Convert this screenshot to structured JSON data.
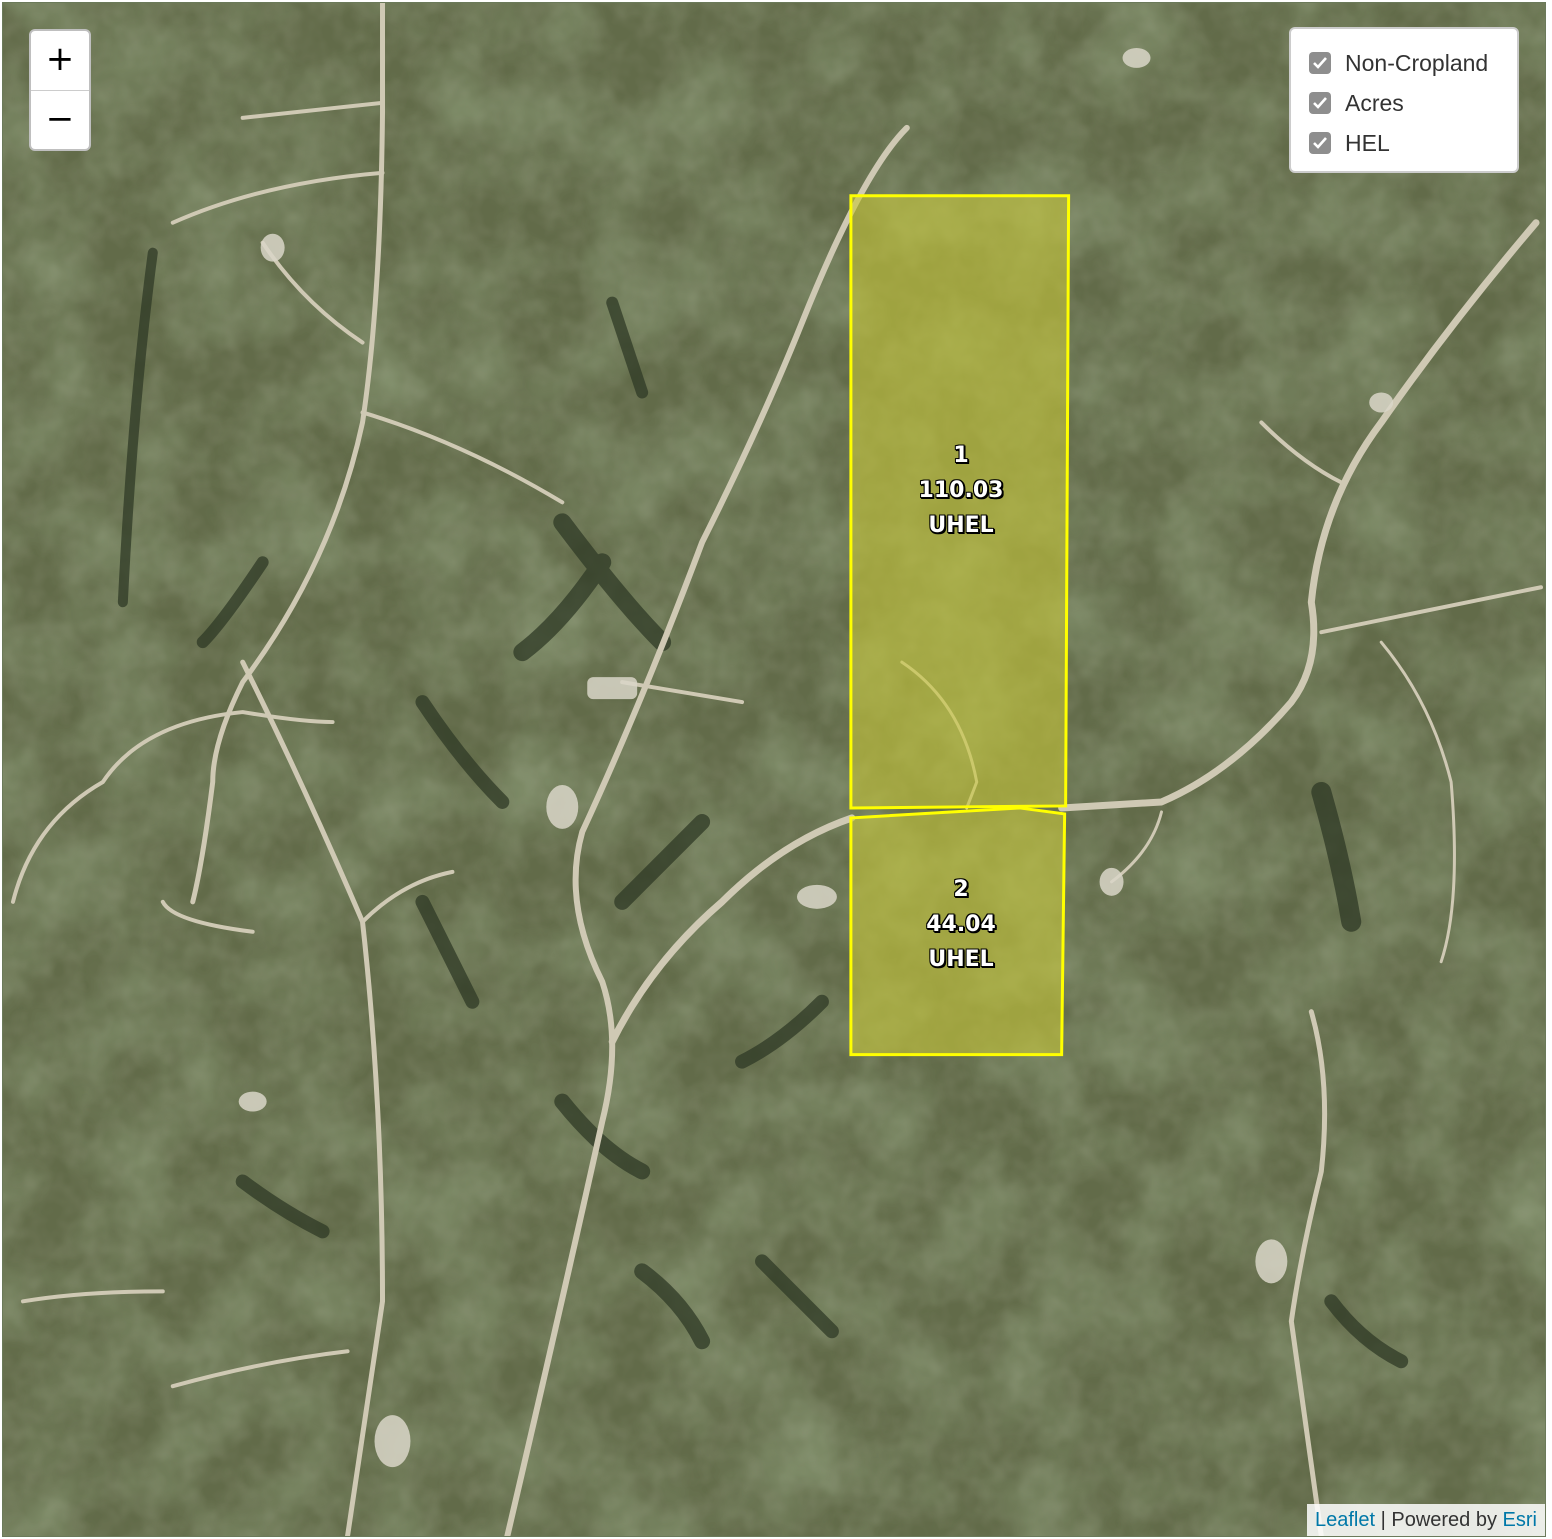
{
  "map": {
    "zoom_in_label": "+",
    "zoom_out_label": "−"
  },
  "layers": [
    {
      "label": "Non-Cropland",
      "checked": true
    },
    {
      "label": "Acres",
      "checked": true
    },
    {
      "label": "HEL",
      "checked": true
    }
  ],
  "parcels": [
    {
      "id": "1",
      "acres": "110.03",
      "hel": "UHEL"
    },
    {
      "id": "2",
      "acres": "44.04",
      "hel": "UHEL"
    }
  ],
  "colors": {
    "parcel_fill": "#c8c83a",
    "parcel_stroke": "#ffff00",
    "road": "#c9c4b0",
    "terrain_base": "#5f6a47"
  },
  "attribution": {
    "leaflet": "Leaflet",
    "separator": "| Powered by",
    "esri": "Esri"
  }
}
